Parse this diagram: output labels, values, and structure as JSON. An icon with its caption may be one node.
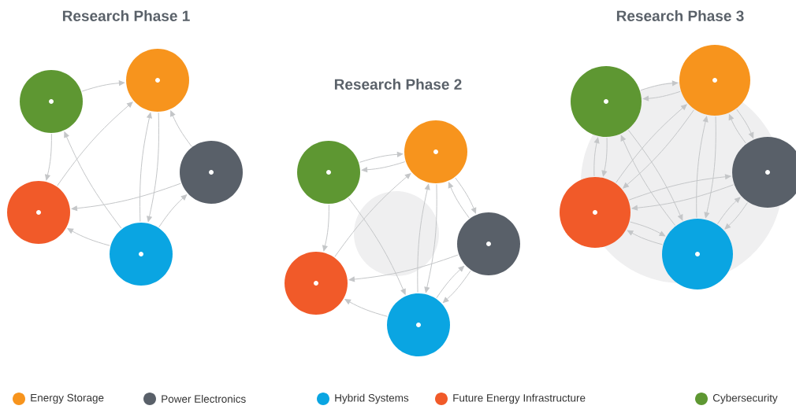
{
  "diagram": {
    "nodes": [
      {
        "text": [],
        "shape": "circle"
      },
      {
        "text": [],
        "shape": "circle"
      },
      {
        "text": [],
        "shape": "circle"
      },
      {
        "text": [],
        "shape": "circle"
      },
      {
        "text": [],
        "shape": "circle"
      },
      {
        "text": [],
        "shape": "circle"
      },
      {
        "text": [],
        "shape": "circle"
      },
      {
        "text": [],
        "shape": "circle"
      },
      {
        "text": [],
        "shape": "circle"
      },
      {
        "text": [],
        "shape": "circle"
      },
      {
        "text": [],
        "shape": "circle"
      },
      {
        "text": [],
        "shape": "circle"
      },
      {
        "text": [],
        "shape": "circle"
      },
      {
        "text": [],
        "shape": "circle"
      },
      {
        "text": [],
        "shape": "circle"
      }
    ],
    "edges": [
      {
        "from": 0,
        "to": 1,
        "arrow": "to"
      },
      {
        "from": 0,
        "to": 3,
        "arrow": "to"
      },
      {
        "from": 4,
        "to": 0,
        "arrow": "to"
      },
      {
        "from": 3,
        "to": 1,
        "arrow": "to"
      },
      {
        "from": 1,
        "to": 4,
        "arrow": "to"
      },
      {
        "from": 4,
        "to": 1,
        "arrow": "to"
      },
      {
        "from": 2,
        "to": 1,
        "arrow": "to"
      },
      {
        "from": 2,
        "to": 3,
        "arrow": "to"
      },
      {
        "from": 4,
        "to": 2,
        "arrow": "to"
      },
      {
        "from": 4,
        "to": 3,
        "arrow": "to"
      },
      {
        "from": 5,
        "to": 6,
        "arrow": "to"
      },
      {
        "from": 6,
        "to": 5,
        "arrow": "to"
      },
      {
        "from": 5,
        "to": 8,
        "arrow": "to"
      },
      {
        "from": 5,
        "to": 9,
        "arrow": "to"
      },
      {
        "from": 8,
        "to": 6,
        "arrow": "to"
      },
      {
        "from": 6,
        "to": 9,
        "arrow": "to"
      },
      {
        "from": 9,
        "to": 6,
        "arrow": "to"
      },
      {
        "from": 6,
        "to": 7,
        "arrow": "to"
      },
      {
        "from": 7,
        "to": 6,
        "arrow": "to"
      },
      {
        "from": 7,
        "to": 8,
        "arrow": "to"
      },
      {
        "from": 9,
        "to": 7,
        "arrow": "to"
      },
      {
        "from": 7,
        "to": 9,
        "arrow": "to"
      },
      {
        "from": 9,
        "to": 8,
        "arrow": "to"
      },
      {
        "from": 10,
        "to": 11,
        "arrow": "to"
      },
      {
        "from": 11,
        "to": 10,
        "arrow": "to"
      },
      {
        "from": 10,
        "to": 13,
        "arrow": "to"
      },
      {
        "from": 13,
        "to": 10,
        "arrow": "to"
      },
      {
        "from": 10,
        "to": 14,
        "arrow": "to"
      },
      {
        "from": 14,
        "to": 10,
        "arrow": "to"
      },
      {
        "from": 13,
        "to": 11,
        "arrow": "to"
      },
      {
        "from": 11,
        "to": 13,
        "arrow": "to"
      },
      {
        "from": 11,
        "to": 14,
        "arrow": "to"
      },
      {
        "from": 14,
        "to": 11,
        "arrow": "to"
      },
      {
        "from": 11,
        "to": 12,
        "arrow": "to"
      },
      {
        "from": 12,
        "to": 11,
        "arrow": "to"
      },
      {
        "from": 12,
        "to": 13,
        "arrow": "to"
      },
      {
        "from": 13,
        "to": 12,
        "arrow": "to"
      },
      {
        "from": 14,
        "to": 12,
        "arrow": "to"
      },
      {
        "from": 12,
        "to": 14,
        "arrow": "to"
      },
      {
        "from": 14,
        "to": 13,
        "arrow": "to"
      },
      {
        "from": 13,
        "to": 14,
        "arrow": "to"
      }
    ],
    "labels": [
      "Research Phase 1",
      "Research Phase 2",
      "Research Phase 3"
    ],
    "legend": [
      {
        "text": "Energy Storage",
        "color": "#f7941d"
      },
      {
        "text": "Power Electronics",
        "color": "#596069"
      },
      {
        "text": "Hybrid Systems",
        "color": "#0aa5e2"
      },
      {
        "text": "Future Energy Infrastructure",
        "color": "#f15a29"
      },
      {
        "text": "Cybersecurity",
        "color": "#5e9732"
      }
    ]
  }
}
